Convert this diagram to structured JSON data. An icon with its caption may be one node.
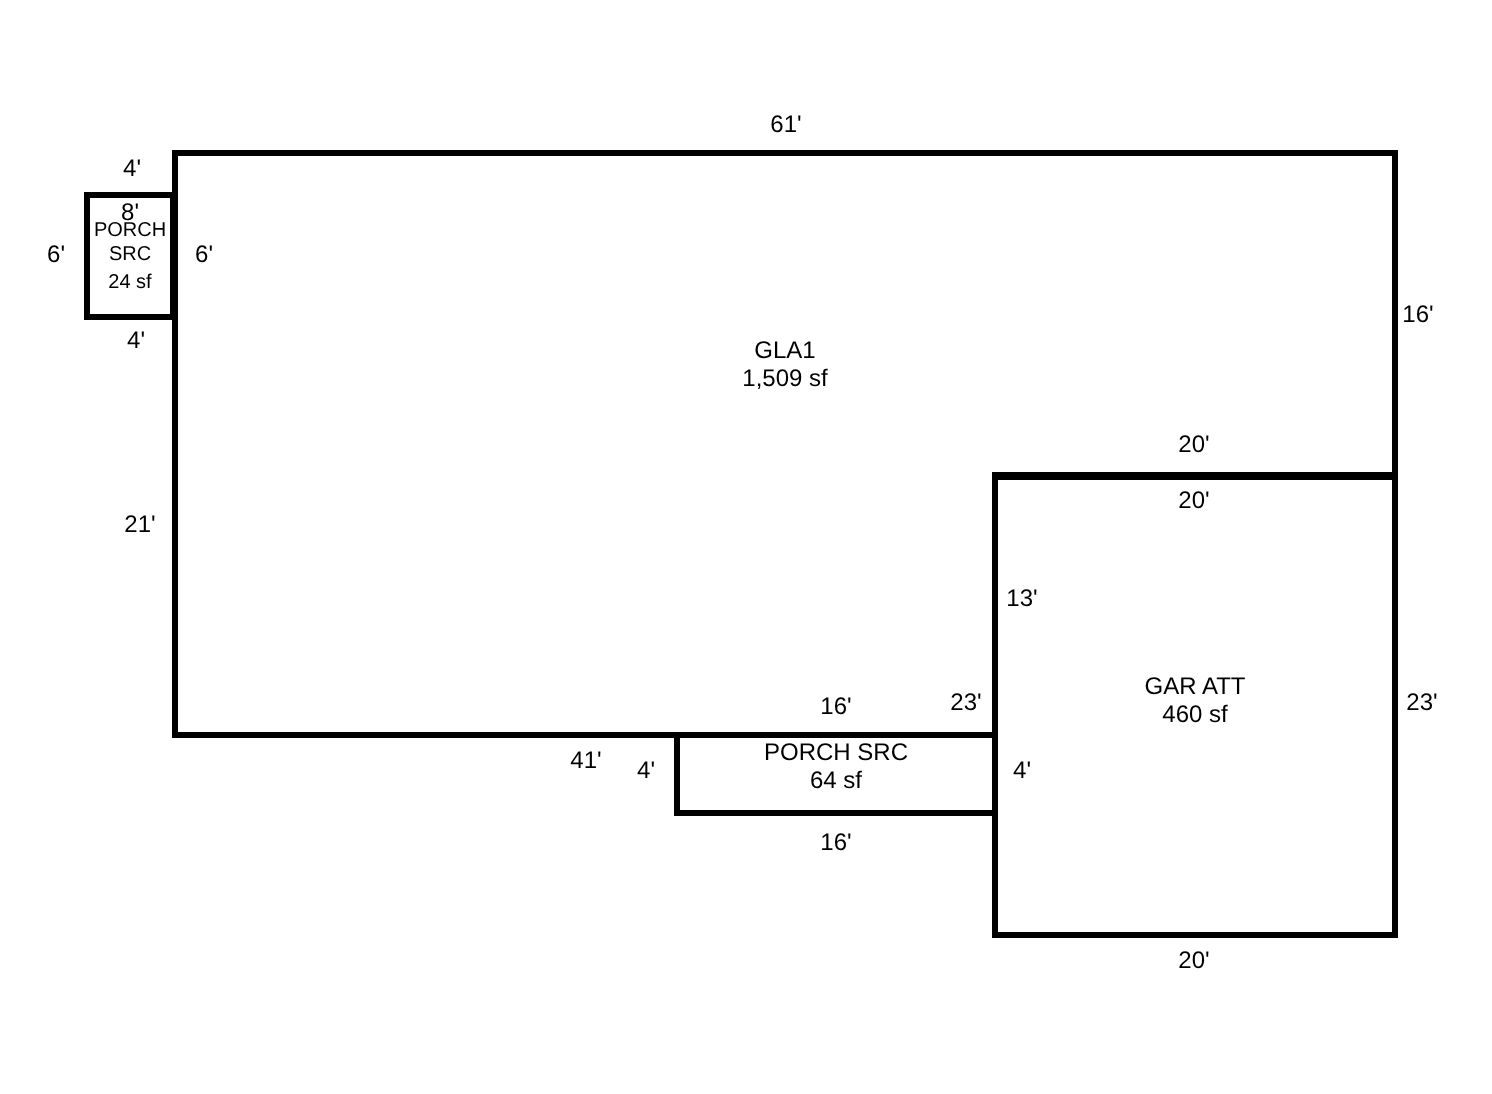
{
  "diagram": {
    "nodes": [
      {
        "text": [
          "GLA1",
          "1,509 sf"
        ]
      },
      {
        "text": [
          "PORCH SRC",
          "24 sf"
        ]
      },
      {
        "text": [
          "PORCH SRC",
          "64 sf"
        ]
      },
      {
        "text": [
          "GAR ATT",
          "460 sf"
        ]
      }
    ],
    "labels": [
      "4'",
      "61'",
      "8'",
      "6'",
      "6'",
      "16'",
      "4'",
      "20'",
      "20'",
      "21'",
      "13'",
      "16'",
      "23'",
      "23'",
      "41'",
      "4'",
      "4'",
      "16'",
      "20'"
    ]
  }
}
